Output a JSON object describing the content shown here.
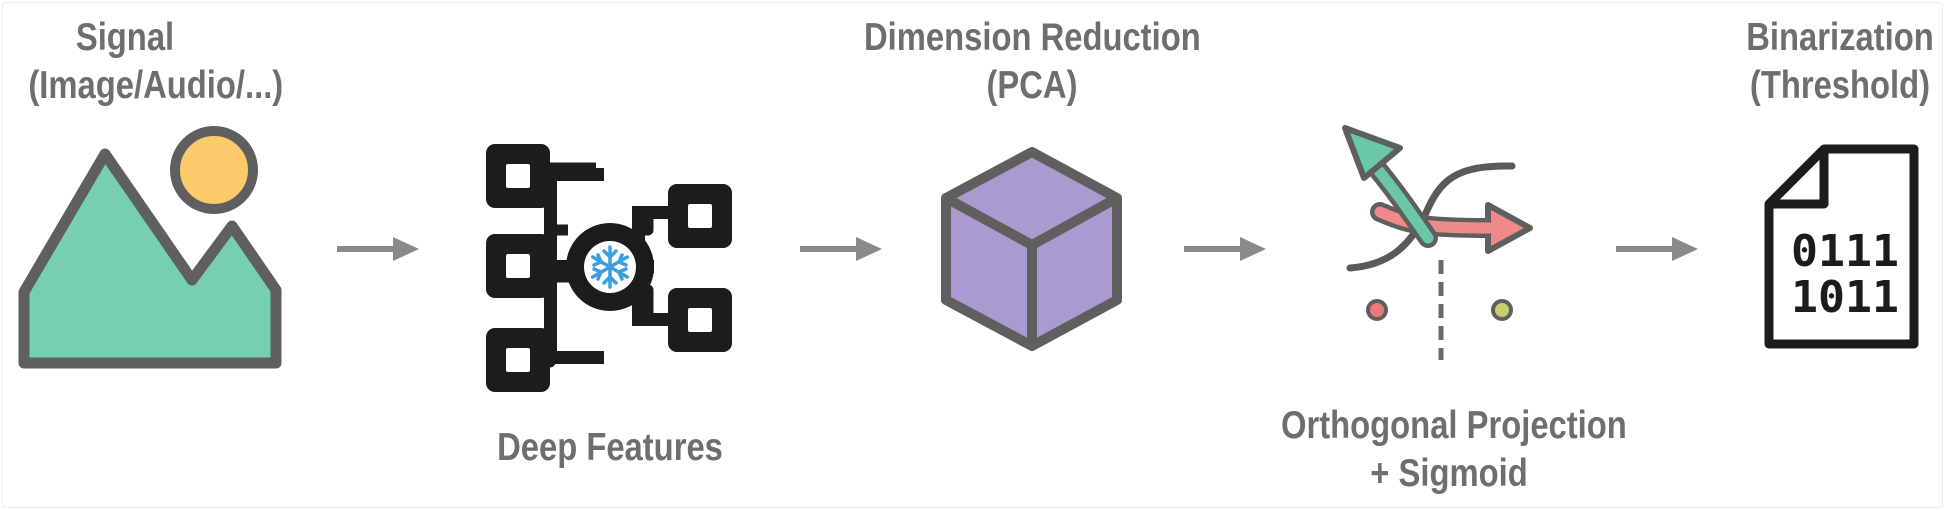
{
  "steps": [
    {
      "id": "signal",
      "line1": "Signal",
      "line2": "(Image/Audio/...)"
    },
    {
      "id": "deep_features",
      "line1": "Deep Features"
    },
    {
      "id": "dimension_reduction",
      "line1": "Dimension Reduction",
      "line2": "(PCA)"
    },
    {
      "id": "orthogonal_projection",
      "line1": "Orthogonal Projection",
      "line2": "+ Sigmoid"
    },
    {
      "id": "binarization",
      "line1": "Binarization",
      "line2": "(Threshold)"
    }
  ],
  "binary_rows": [
    "0111",
    "1011"
  ],
  "icons": [
    "image-icon",
    "frozen-network-icon",
    "cube-icon",
    "projection-icon",
    "binary-file-icon",
    "arrow-right-icon"
  ],
  "colors": {
    "text": "#6e6e6e",
    "outline": "#5f5f5f",
    "mountain": "#76cfb3",
    "sun": "#fbcb6b",
    "cube": "#a99bd0",
    "network": "#1c1c1c",
    "snowflake": "#3a9fe0",
    "arrow": "#8a8a8a",
    "proj_green": "#6ac8a8",
    "proj_red": "#f08a8a"
  }
}
